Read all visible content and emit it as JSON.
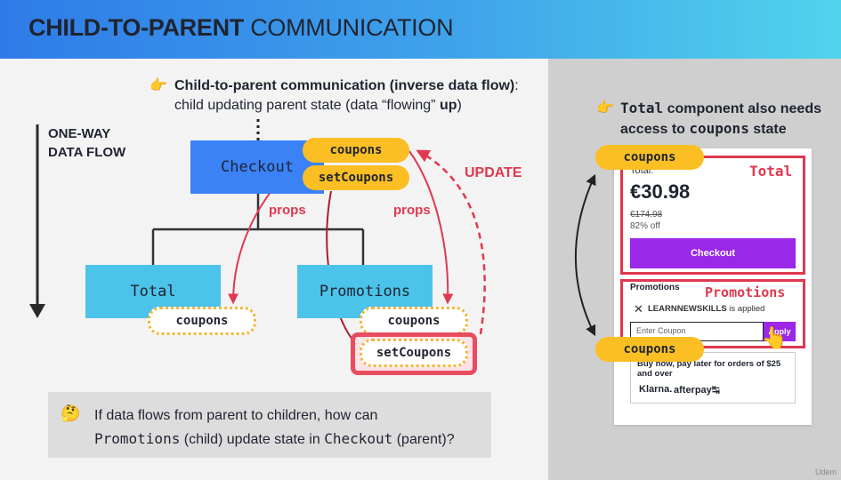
{
  "header": {
    "title_bold": "CHILD-TO-PARENT",
    "title_rest": "COMMUNICATION"
  },
  "intro": {
    "bold": "Child-to-parent communication (inverse data flow)",
    "rest_1": ": child updating parent state (data “flowing” ",
    "rest_bold": "up",
    "rest_2": ")"
  },
  "flow": {
    "line1": "ONE-WAY",
    "line2": "DATA FLOW"
  },
  "diagram": {
    "checkout": "Checkout",
    "total": "Total",
    "promotions": "Promotions",
    "coupons": "coupons",
    "set_coupons": "setCoupons",
    "props": "props",
    "update": "UPDATE"
  },
  "question": {
    "line1": "If data flows from parent to children, how can",
    "comp1": "Promotions",
    "mid": " (child) update state in ",
    "comp2": "Checkout",
    "end": " (parent)?"
  },
  "right_note": {
    "comp": "Total",
    "rest_1": " component also needs",
    "rest_2": "access to ",
    "comp2": "coupons",
    "rest_3": " state"
  },
  "mockup": {
    "total_label": "Total:",
    "price": "€30.98",
    "old_price": "€174.98",
    "discount": "82% off",
    "checkout_btn": "Checkout",
    "promotions_label": "Promotions",
    "applied_code": "LEARNNEWSKILLS",
    "applied_text": " is applied",
    "coupon_placeholder": "Enter Coupon",
    "apply_btn": "Apply",
    "buy_now": "Buy now, pay later for orders of $25 and over",
    "klarna": "Klarna.",
    "afterpay": "afterpay",
    "total_tag": "Total",
    "promotions_tag": "Promotions",
    "coupons_pill": "coupons"
  },
  "watermark": "Udem",
  "colors": {
    "accent_red": "#e0384f",
    "pill_yellow": "#fbbf24",
    "checkout_blue": "#3b82f6",
    "child_blue": "#4cc3ea",
    "purple": "#9b27e8"
  }
}
